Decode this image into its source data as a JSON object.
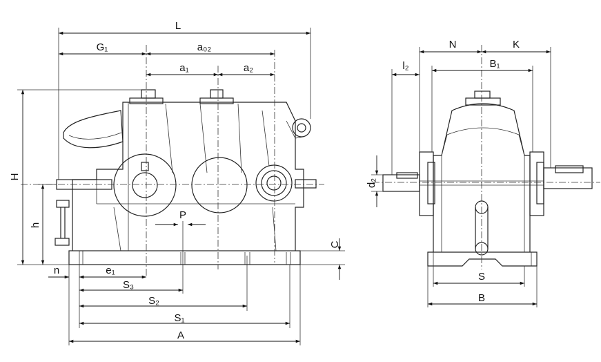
{
  "front_view": {
    "labels": {
      "L": "L",
      "G1": "G₁",
      "a02": "a₀₂",
      "a1": "a₁",
      "a2": "a₂",
      "H": "H",
      "h": "h",
      "P": "P",
      "C": "C",
      "n": "n",
      "e1": "e₁",
      "S3": "S₃",
      "S2": "S₂",
      "S1": "S₁",
      "A": "A"
    }
  },
  "side_view": {
    "labels": {
      "N": "N",
      "K": "K",
      "l2": "l₂",
      "B1": "B₁",
      "d2": "d₂",
      "S": "S",
      "B": "B"
    }
  }
}
